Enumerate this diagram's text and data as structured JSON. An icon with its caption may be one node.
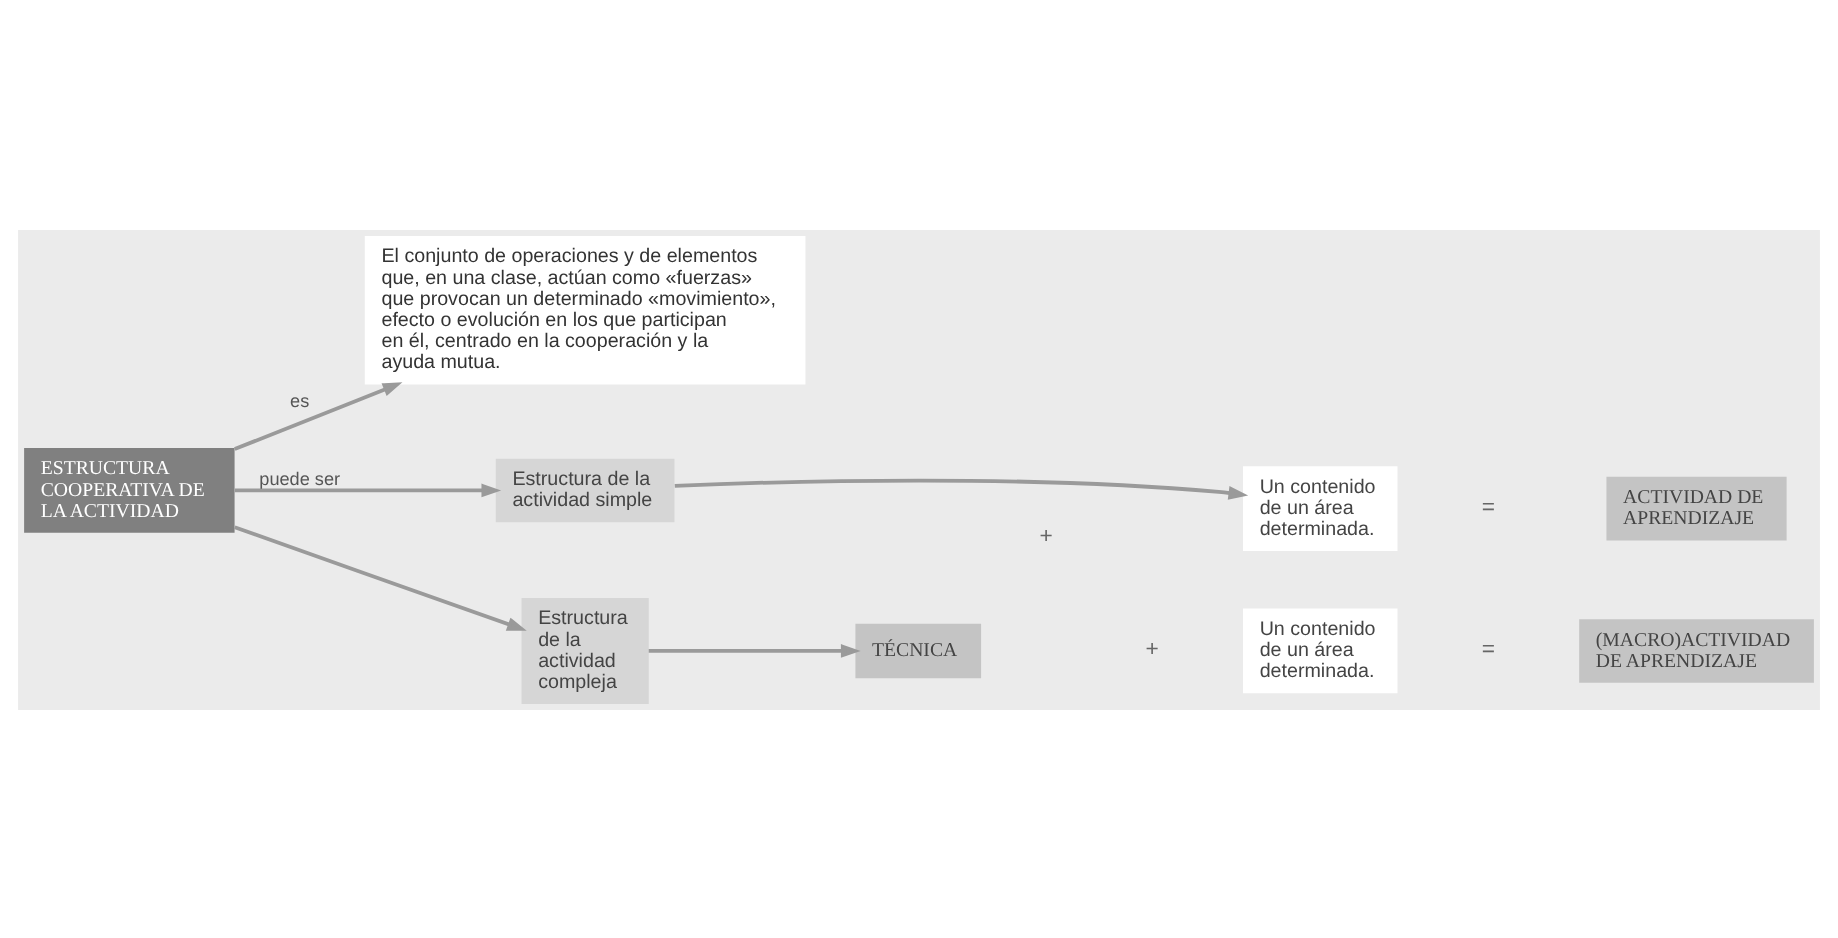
{
  "diagram": {
    "nodes": [
      {
        "text": [
          "ESTRUCTURA COOPERATIVA DE LA ACTIVIDAD"
        ]
      },
      {
        "text": [
          "El conjunto de operaciones y de elementos que, en una clase, actúan como «fuerzas» que provocan un determinado «movimiento», efecto o evolución en los que participan en él, centrado en la cooperación y la ayuda mutua."
        ]
      },
      {
        "text": [
          "Estructura de la actividad simple"
        ]
      },
      {
        "text": [
          "Un contenido de un área determinada."
        ]
      },
      {
        "text": [
          "ACTIVIDAD DE APRENDIZAJE"
        ]
      },
      {
        "text": [
          "Estructura de la actividad compleja"
        ]
      },
      {
        "text": [
          "TÉCNICA"
        ]
      },
      {
        "text": [
          "Un contenido de un área determinada."
        ]
      },
      {
        "text": [
          "(MACRO)ACTIVIDAD DE APRENDIZAJE"
        ]
      }
    ],
    "edges": [
      {
        "from": 0,
        "to": 1,
        "arrow": "to",
        "label": "es"
      },
      {
        "from": 0,
        "to": 2,
        "arrow": "to",
        "label": "puede ser"
      },
      {
        "from": 0,
        "to": 5,
        "arrow": "to"
      },
      {
        "from": 2,
        "to": 3,
        "arrow": "to"
      },
      {
        "from": 5,
        "to": 6,
        "arrow": "to"
      }
    ],
    "labels": [
      "+",
      "=",
      "+",
      "="
    ]
  }
}
